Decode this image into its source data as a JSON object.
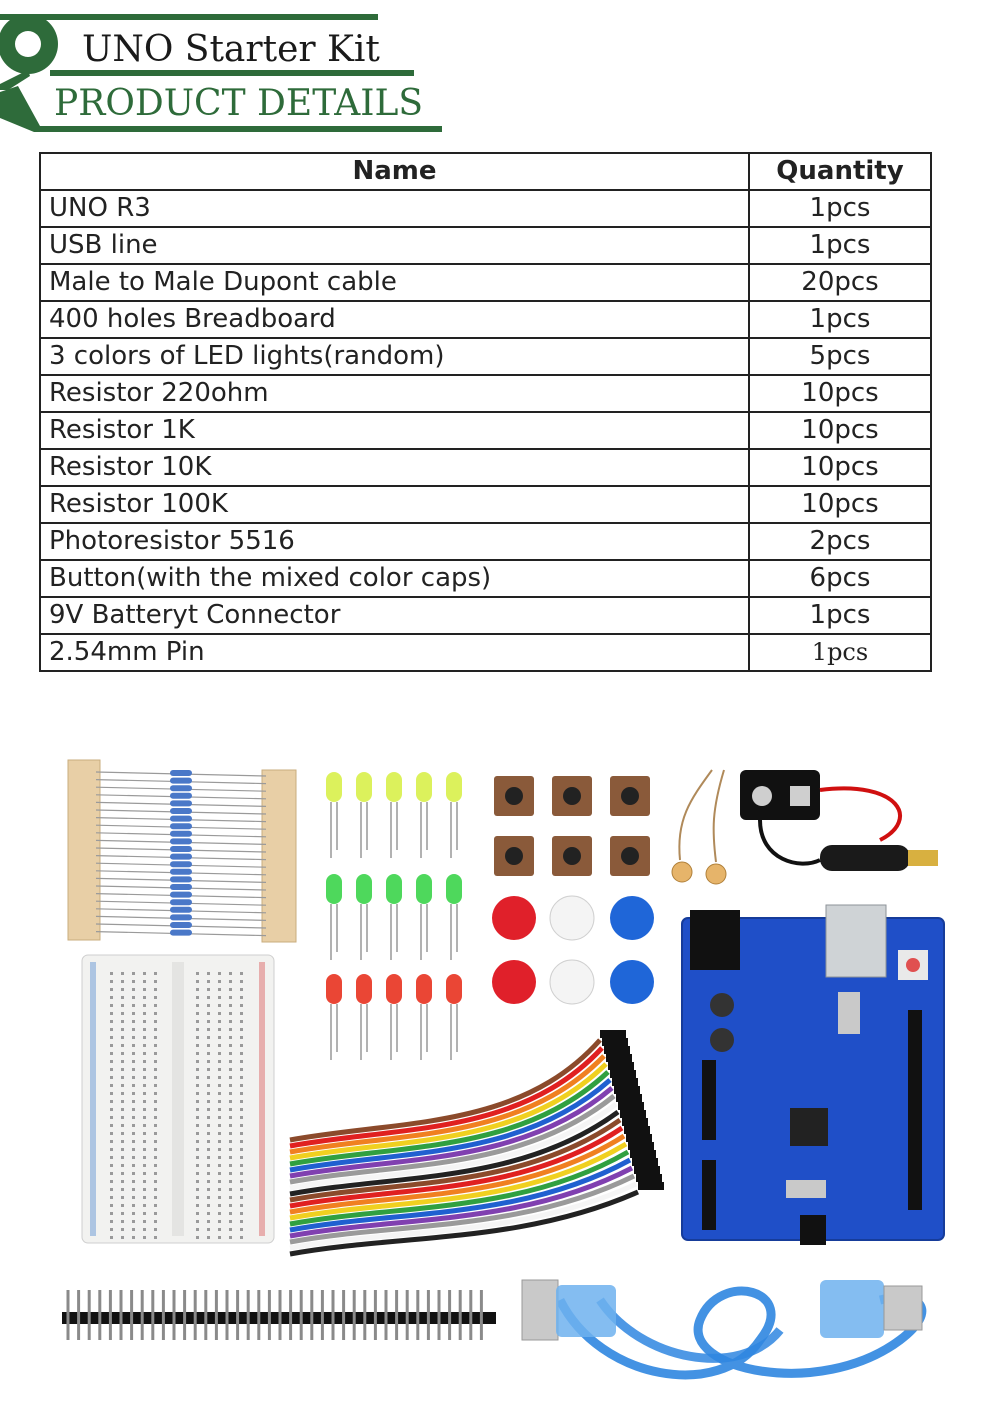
{
  "header": {
    "title": "UNO Starter Kit",
    "subtitle": "PRODUCT DETAILS"
  },
  "table": {
    "columns": [
      "Name",
      "Quantity"
    ],
    "rows": [
      {
        "name": "UNO R3",
        "qty": "1pcs"
      },
      {
        "name": "USB line",
        "qty": "1pcs"
      },
      {
        "name": "Male to Male Dupont cable",
        "qty": "20pcs"
      },
      {
        "name": "400 holes Breadboard",
        "qty": "1pcs"
      },
      {
        "name": "3 colors of LED lights(random)",
        "qty": "5pcs"
      },
      {
        "name": "Resistor 220ohm",
        "qty": "10pcs"
      },
      {
        "name": "Resistor 1K",
        "qty": "10pcs"
      },
      {
        "name": "Resistor 10K",
        "qty": "10pcs"
      },
      {
        "name": "Resistor 100K",
        "qty": "10pcs"
      },
      {
        "name": "Photoresistor 5516",
        "qty": "2pcs"
      },
      {
        "name": "Button(with the mixed color caps)",
        "qty": "6pcs"
      },
      {
        "name": "9V Batteryt Connector",
        "qty": "1pcs"
      },
      {
        "name": "2.54mm Pin",
        "qty": "1pcs"
      }
    ]
  },
  "colors": {
    "brand_green": "#2e6b3a",
    "board_blue": "#1f4fc8",
    "led_yellow": "#d8ef4a",
    "led_green": "#3bd44a",
    "led_red": "#e8321f",
    "cap_red": "#e0202a",
    "cap_blue": "#1f66d8",
    "cable_blue": "#2f86e0"
  }
}
